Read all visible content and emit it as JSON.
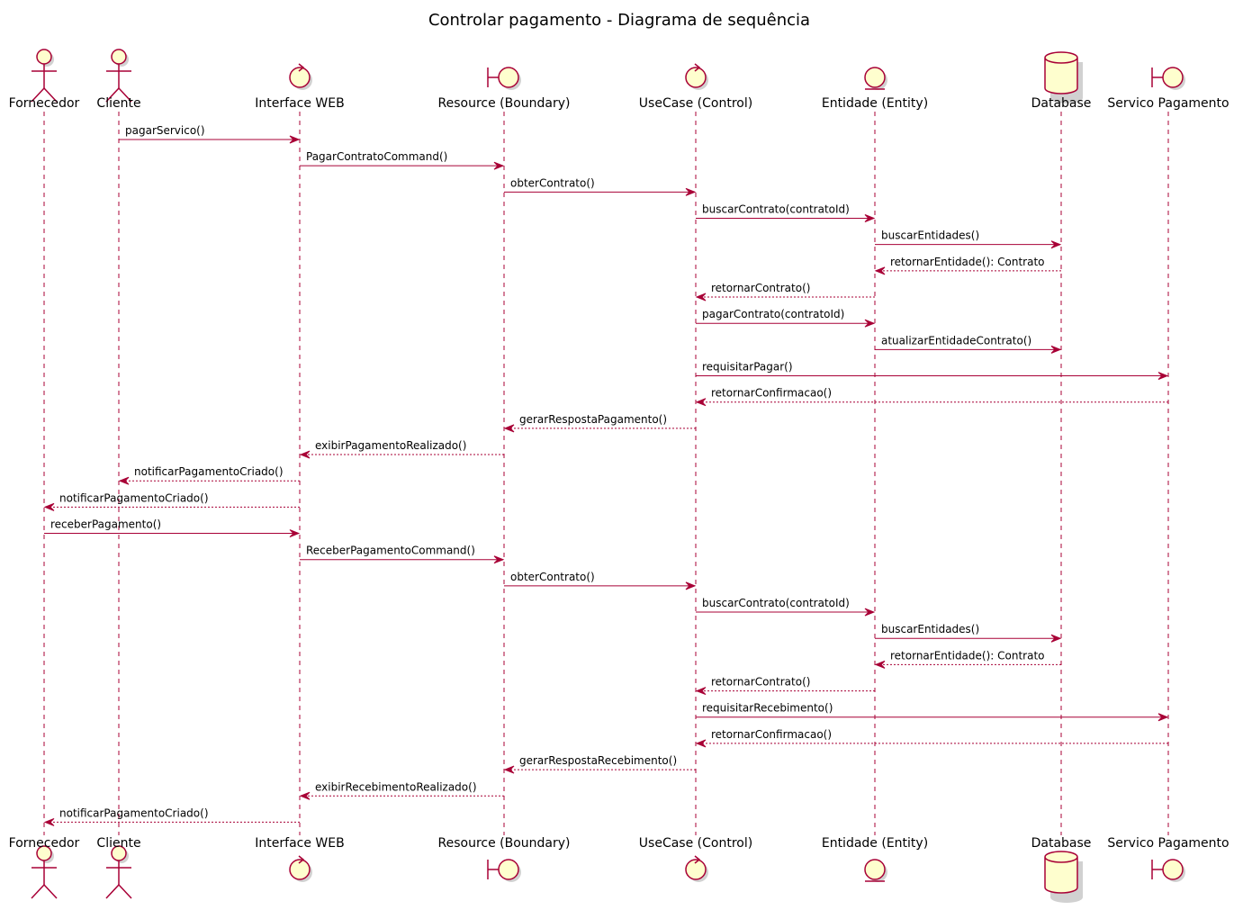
{
  "title": "Controlar pagamento - Diagrama de sequência",
  "colors": {
    "line": "#A80036",
    "fill": "#FEFECE"
  },
  "participants": [
    {
      "id": "fornecedor",
      "name": "Fornecedor",
      "kind": "actor"
    },
    {
      "id": "cliente",
      "name": "Cliente",
      "kind": "actor"
    },
    {
      "id": "web",
      "name": "Interface WEB",
      "kind": "control"
    },
    {
      "id": "resource",
      "name": "Resource (Boundary)",
      "kind": "boundary"
    },
    {
      "id": "usecase",
      "name": "UseCase (Control)",
      "kind": "control"
    },
    {
      "id": "entidade",
      "name": "Entidade (Entity)",
      "kind": "entity"
    },
    {
      "id": "database",
      "name": "Database",
      "kind": "database"
    },
    {
      "id": "servico",
      "name": "Servico Pagamento",
      "kind": "boundary"
    }
  ],
  "messages": [
    {
      "from": "cliente",
      "to": "web",
      "label": "pagarServico()",
      "type": "sync"
    },
    {
      "from": "web",
      "to": "resource",
      "label": "PagarContratoCommand()",
      "type": "sync"
    },
    {
      "from": "resource",
      "to": "usecase",
      "label": "obterContrato()",
      "type": "sync"
    },
    {
      "from": "usecase",
      "to": "entidade",
      "label": "buscarContrato(contratoId)",
      "type": "sync"
    },
    {
      "from": "entidade",
      "to": "database",
      "label": "buscarEntidades()",
      "type": "sync"
    },
    {
      "from": "database",
      "to": "entidade",
      "label": "retornarEntidade(): Contrato",
      "type": "return"
    },
    {
      "from": "entidade",
      "to": "usecase",
      "label": "retornarContrato()",
      "type": "return"
    },
    {
      "from": "usecase",
      "to": "entidade",
      "label": "pagarContrato(contratoId)",
      "type": "sync"
    },
    {
      "from": "entidade",
      "to": "database",
      "label": "atualizarEntidadeContrato()",
      "type": "sync"
    },
    {
      "from": "usecase",
      "to": "servico",
      "label": "requisitarPagar()",
      "type": "sync"
    },
    {
      "from": "servico",
      "to": "usecase",
      "label": "retornarConfirmacao()",
      "type": "return"
    },
    {
      "from": "usecase",
      "to": "resource",
      "label": "gerarRespostaPagamento()",
      "type": "return"
    },
    {
      "from": "resource",
      "to": "web",
      "label": "exibirPagamentoRealizado()",
      "type": "return"
    },
    {
      "from": "web",
      "to": "cliente",
      "label": "notificarPagamentoCriado()",
      "type": "return"
    },
    {
      "from": "web",
      "to": "fornecedor",
      "label": "notificarPagamentoCriado()",
      "type": "return"
    },
    {
      "from": "fornecedor",
      "to": "web",
      "label": "receberPagamento()",
      "type": "sync"
    },
    {
      "from": "web",
      "to": "resource",
      "label": "ReceberPagamentoCommand()",
      "type": "sync"
    },
    {
      "from": "resource",
      "to": "usecase",
      "label": "obterContrato()",
      "type": "sync"
    },
    {
      "from": "usecase",
      "to": "entidade",
      "label": "buscarContrato(contratoId)",
      "type": "sync"
    },
    {
      "from": "entidade",
      "to": "database",
      "label": "buscarEntidades()",
      "type": "sync"
    },
    {
      "from": "database",
      "to": "entidade",
      "label": "retornarEntidade(): Contrato",
      "type": "return"
    },
    {
      "from": "entidade",
      "to": "usecase",
      "label": "retornarContrato()",
      "type": "return"
    },
    {
      "from": "usecase",
      "to": "servico",
      "label": "requisitarRecebimento()",
      "type": "sync"
    },
    {
      "from": "servico",
      "to": "usecase",
      "label": "retornarConfirmacao()",
      "type": "return"
    },
    {
      "from": "usecase",
      "to": "resource",
      "label": "gerarRespostaRecebimento()",
      "type": "return"
    },
    {
      "from": "resource",
      "to": "web",
      "label": "exibirRecebimentoRealizado()",
      "type": "return"
    },
    {
      "from": "web",
      "to": "fornecedor",
      "label": "notificarPagamentoCriado()",
      "type": "return"
    }
  ]
}
